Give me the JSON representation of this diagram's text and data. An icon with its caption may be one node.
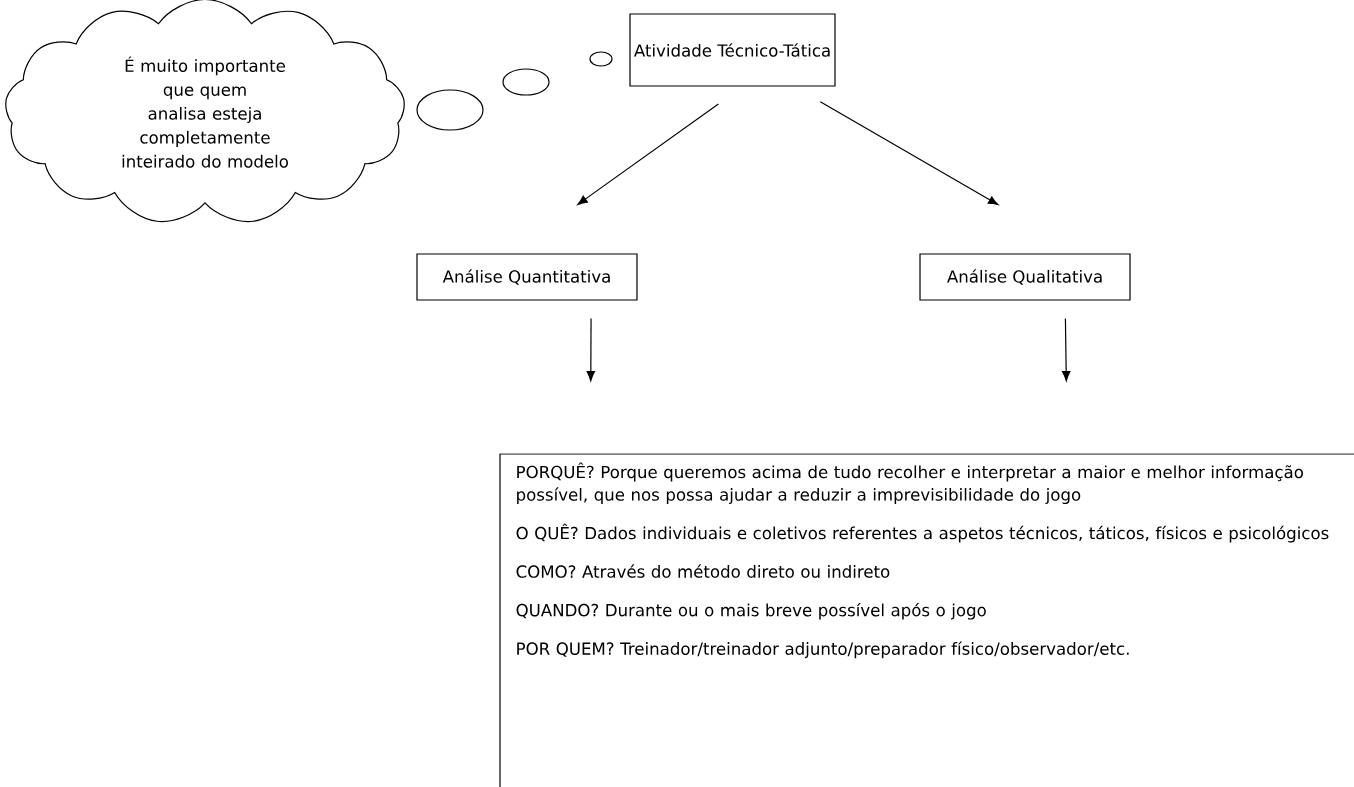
{
  "diagram": {
    "nodes": [
      {
        "text": [
          "Atividade Técnico-Tática"
        ]
      },
      {
        "text": [
          "Análise Quantitativa"
        ]
      },
      {
        "text": [
          "Análise Qualitativa"
        ]
      },
      {
        "text": [
          "PORQUÊ? Porque queremos acima de tudo recolher e interpretar a maior e melhor informação possível, que nos possa ajudar a reduzir a imprevisibilidade do jogo",
          "O QUÊ? Dados individuais e coletivos referentes a aspetos técnicos, táticos, físicos e psicológicos",
          "COMO? Através do método direto ou indireto",
          "QUANDO? Durante ou o mais breve possível após o jogo",
          "POR QUEM? Treinador/treinador adjunto/preparador físico/observador/etc."
        ]
      },
      {
        "text": [
          "É muito importante que quem analisa esteja completamente inteirado do modelo"
        ]
      }
    ],
    "edges": [
      {
        "from": 0,
        "to": 1,
        "arrow": "to"
      },
      {
        "from": 0,
        "to": 2,
        "arrow": "to"
      },
      {
        "from": 1,
        "to": 3,
        "arrow": "to"
      },
      {
        "from": 2,
        "to": 3,
        "arrow": "to"
      }
    ]
  }
}
